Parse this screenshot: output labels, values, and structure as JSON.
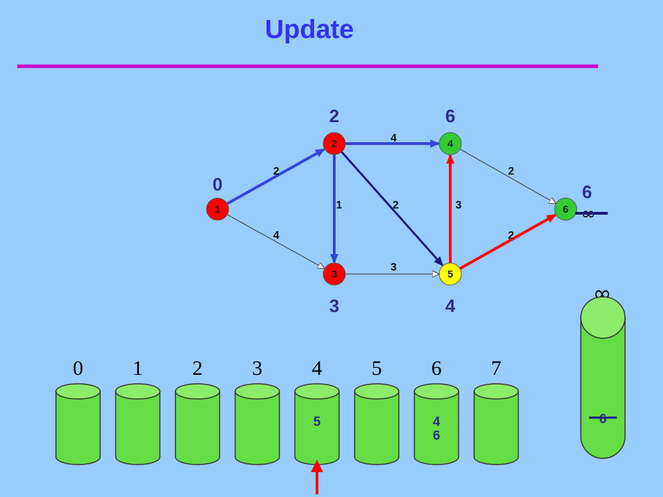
{
  "title": "Update",
  "colors": {
    "background": "#99CCFF",
    "title": "#3333EE",
    "title_rule": "#CC00CC",
    "node_red": "#FF0000",
    "node_green": "#33CC33",
    "node_yellow": "#FFFF00",
    "edge_plain": "#333333",
    "edge_blue": "#3344DD",
    "edge_navy": "#1A1A7A",
    "edge_red": "#FF0000",
    "bucket_fill": "#66DD44",
    "distance_label": "#2B2E8A"
  },
  "graph": {
    "nodes": [
      {
        "id": "1",
        "label": "1",
        "color": "red",
        "distance": "0"
      },
      {
        "id": "2",
        "label": "2",
        "color": "red",
        "distance": "2"
      },
      {
        "id": "3",
        "label": "3",
        "color": "red",
        "distance": "3"
      },
      {
        "id": "4",
        "label": "4",
        "color": "green",
        "distance": "6"
      },
      {
        "id": "5",
        "label": "5",
        "color": "yellow",
        "distance": "4"
      },
      {
        "id": "6",
        "label": "6",
        "color": "green",
        "distance": "6",
        "old_distance": "∞"
      }
    ],
    "edges": [
      {
        "from": "1",
        "to": "2",
        "weight": "2",
        "style": "blue"
      },
      {
        "from": "1",
        "to": "3",
        "weight": "4",
        "style": "plain"
      },
      {
        "from": "2",
        "to": "4",
        "weight": "4",
        "style": "blue"
      },
      {
        "from": "2",
        "to": "3",
        "weight": "1",
        "style": "blue"
      },
      {
        "from": "2",
        "to": "5",
        "weight": "2",
        "style": "navy"
      },
      {
        "from": "3",
        "to": "5",
        "weight": "3",
        "style": "plain"
      },
      {
        "from": "5",
        "to": "4",
        "weight": "3",
        "style": "red"
      },
      {
        "from": "4",
        "to": "6",
        "weight": "2",
        "style": "plain"
      },
      {
        "from": "5",
        "to": "6",
        "weight": "2",
        "style": "red"
      }
    ]
  },
  "buckets": [
    {
      "index": "0",
      "items": []
    },
    {
      "index": "1",
      "items": []
    },
    {
      "index": "2",
      "items": []
    },
    {
      "index": "3",
      "items": []
    },
    {
      "index": "4",
      "items": [
        "5"
      ]
    },
    {
      "index": "5",
      "items": []
    },
    {
      "index": "6",
      "items": [
        "4",
        "6"
      ]
    },
    {
      "index": "7",
      "items": []
    }
  ],
  "current_bucket": "4",
  "infinity_bucket": {
    "label": "∞",
    "items": [
      "6"
    ],
    "items_crossed_out": true
  }
}
